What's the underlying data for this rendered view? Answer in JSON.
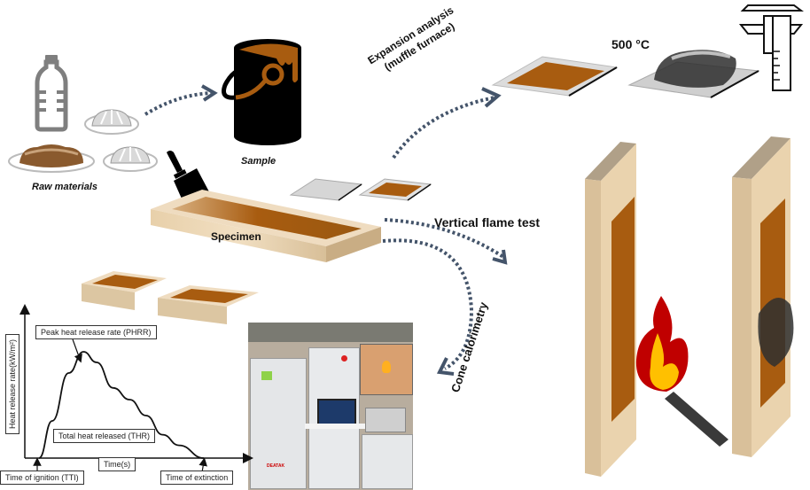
{
  "labels": {
    "raw_materials": "Raw materials",
    "sample": "Sample",
    "specimen": "Specimen",
    "expansion_line1": "Expansion analysis",
    "expansion_line2": "(muffle furnace)",
    "temperature": "500 °C",
    "vertical_flame": "Vertical flame test",
    "cone_calorimetry": "Cone calorimetry"
  },
  "colors": {
    "arrow": "#44546a",
    "coating": "#a85c10",
    "wood": "#ecd6b4",
    "paint_can": "#000000",
    "flame_outer": "#c00000",
    "flame_inner": "#ffc000",
    "match": "#3a3a3a"
  },
  "chart_data": {
    "type": "line",
    "title": "",
    "xlabel": "Time(s)",
    "ylabel": "Heat release rate(kW/m²)",
    "grid": false,
    "series": [
      {
        "name": "HRR curve (schematic)",
        "x": [
          0.0,
          0.08,
          0.18,
          0.27,
          0.35,
          0.45,
          0.55,
          0.65,
          0.75,
          0.85,
          1.0
        ],
        "y": [
          0.0,
          0.35,
          0.8,
          1.0,
          0.9,
          0.66,
          0.55,
          0.4,
          0.22,
          0.12,
          0.0
        ]
      }
    ],
    "annotations": {
      "peak": "Peak heat release rate (PHRR)",
      "thr": "Total heat released (THR)",
      "tti": "Time of ignition (TTI)",
      "extinction": "Time of extinction"
    }
  },
  "photo": {
    "brand_label": "DEATAK",
    "description": "Cone calorimeter apparatus photo"
  }
}
